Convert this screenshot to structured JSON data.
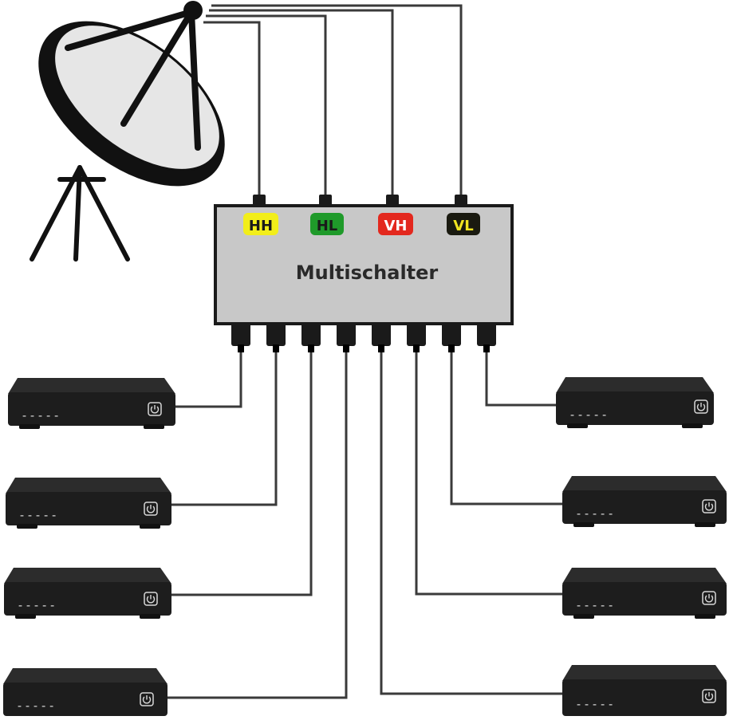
{
  "switch": {
    "title": "Multischalter"
  },
  "inputs": [
    {
      "label": "HH",
      "bg": "#f2ee1a",
      "fg": "#1a1a1a"
    },
    {
      "label": "HL",
      "bg": "#1f9a2a",
      "fg": "#1a1a1a"
    },
    {
      "label": "VH",
      "bg": "#e3281e",
      "fg": "#ffffff"
    },
    {
      "label": "VL",
      "bg": "#1a1a10",
      "fg": "#f0e420"
    }
  ],
  "receivers": {
    "count": 8,
    "display_text": "-----",
    "icon": "power-icon",
    "body_color": "#1d1d1d"
  },
  "colors": {
    "switch_body": "#c8c8c8",
    "cable": "#3a3a3a",
    "dish": "#e6e6e6"
  }
}
